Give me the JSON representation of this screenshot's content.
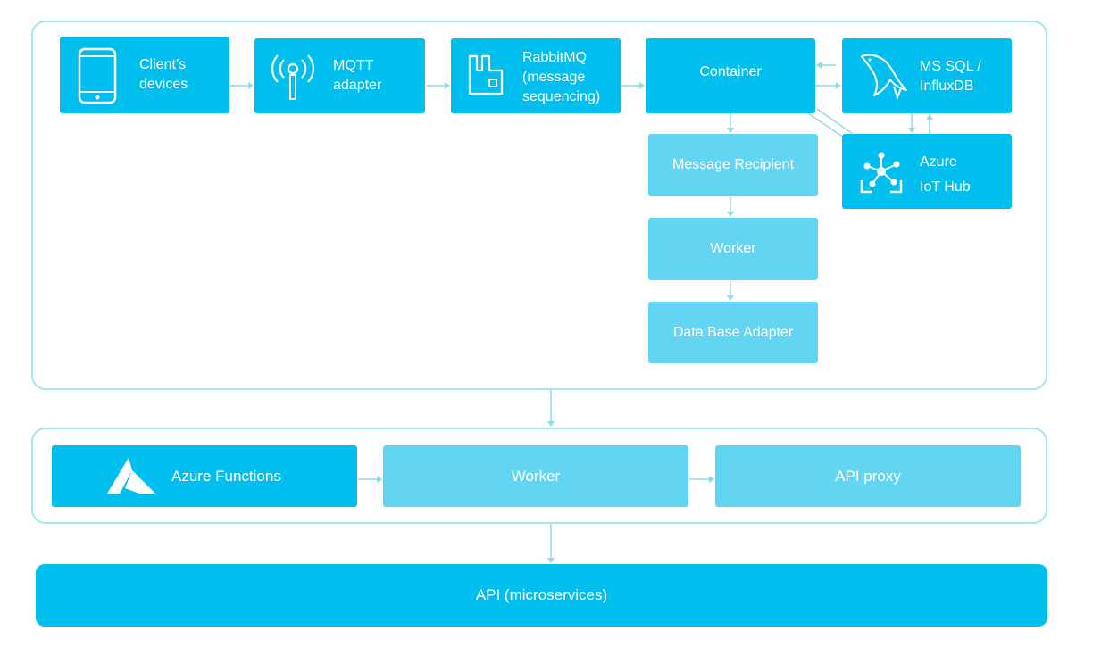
{
  "top": {
    "clients": "Client’s\ndevices",
    "mqtt": "MQTT\nadapter",
    "rabbit": "RabbitMQ\n(message\nsequencing)",
    "container": "Container",
    "mssql": "MS SQL /\nInfluxDB",
    "recipient": "Message Recipient",
    "worker": "Worker",
    "dbadapter": "Data Base Adapter",
    "iothub": "Azure\nIoT Hub"
  },
  "middle": {
    "functions": "Azure Functions",
    "worker": "Worker",
    "proxy": "API proxy"
  },
  "bottom": {
    "api": "API (microservices)"
  },
  "colors": {
    "primary": "#00bfee",
    "secondary": "#62d5f2",
    "frame": "#a9e3ef"
  },
  "icons": [
    "phone-icon",
    "antenna-icon",
    "rabbitmq-icon",
    "dolphin-icon",
    "iot-hub-icon",
    "azure-functions-icon"
  ]
}
